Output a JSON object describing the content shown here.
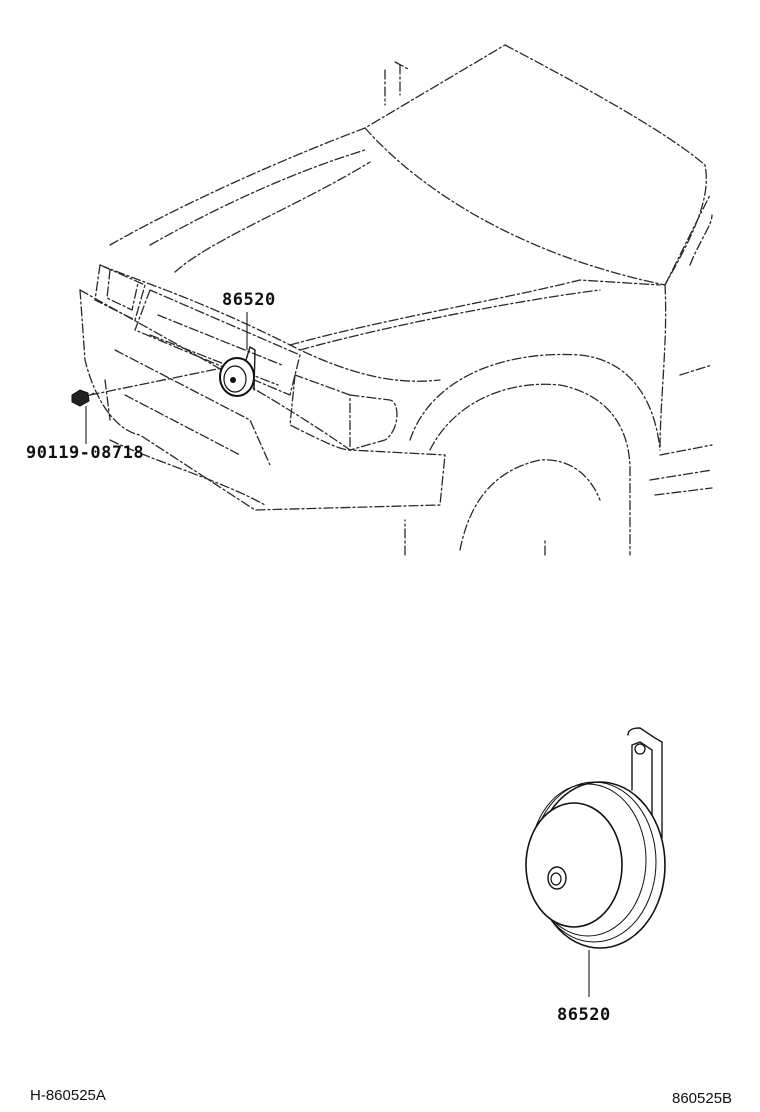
{
  "labels": {
    "horn_top": "86520",
    "bolt": "90119-08718",
    "horn_bottom": "86520"
  },
  "codes": {
    "left": "H-860525A",
    "right": "860525B"
  }
}
